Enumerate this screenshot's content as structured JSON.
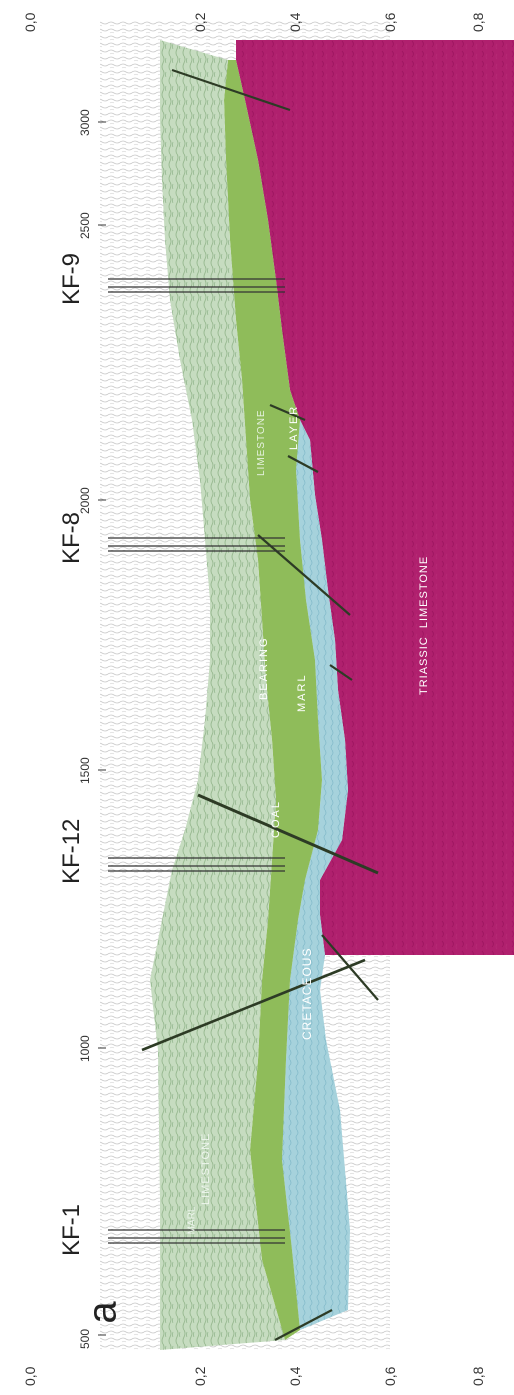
{
  "panel_label": "a",
  "wells": [
    "KF-1",
    "KF-12",
    "KF-8",
    "KF-9"
  ],
  "distance_ticks": [
    "500",
    "1000",
    "1500",
    "2000",
    "2500",
    "3000"
  ],
  "time_ticks_right": [
    "0,0",
    "0,2",
    "0,4",
    "0,6",
    "0,8"
  ],
  "time_ticks_left": [
    "0,0",
    "0,2",
    "0,4",
    "0,6",
    "0,8"
  ],
  "unit_labels": {
    "marl_left": "MARL",
    "limestone_left": "LIMESTONE",
    "coal": "COAL",
    "cretaceous": "CRETACEOUS",
    "bearing": "BEARING",
    "marl_mid": "MARL",
    "limestone_mid": "LIMESTONE",
    "layer": "LAYER",
    "triassic": "TRIASSIC  LIMESTONE"
  },
  "colors": {
    "triassic": "#b0206e",
    "upper_marl": "#c6dcc0",
    "coal_layer": "#8fbc5a",
    "cretaceous": "#a6d2dc",
    "fault": "#2d3b25",
    "well": "#333333"
  }
}
